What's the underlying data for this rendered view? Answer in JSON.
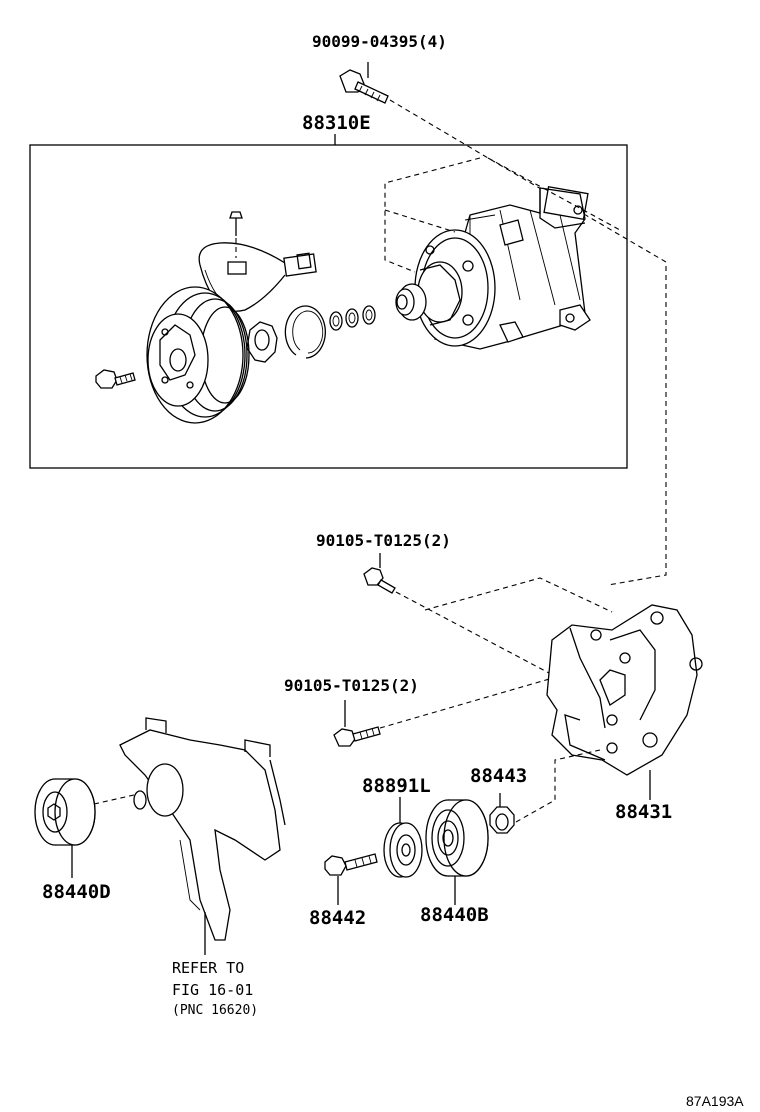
{
  "labels": {
    "bolt_top": "90099-04395(4)",
    "compressor_assy": "88310E",
    "bolt_mid_1": "90105-T0125(2)",
    "bolt_mid_2": "90105-T0125(2)",
    "bracket": "88431",
    "spacer": "88891L",
    "nut": "88443",
    "idler_pulley_left": "88440D",
    "bolt_pulley": "88442",
    "idler_pulley": "88440B"
  },
  "reference": {
    "line1": "REFER TO",
    "line2": "FIG 16-01",
    "line3": "(PNC 16620)"
  },
  "figure_number": "87A193A"
}
